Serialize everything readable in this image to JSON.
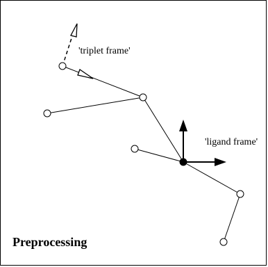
{
  "labels": {
    "triplet_frame": "'triplet frame'",
    "ligand_frame": "'ligand frame'",
    "title": "Preprocessing"
  },
  "colors": {
    "stroke": "#000000",
    "background": "#ffffff"
  }
}
